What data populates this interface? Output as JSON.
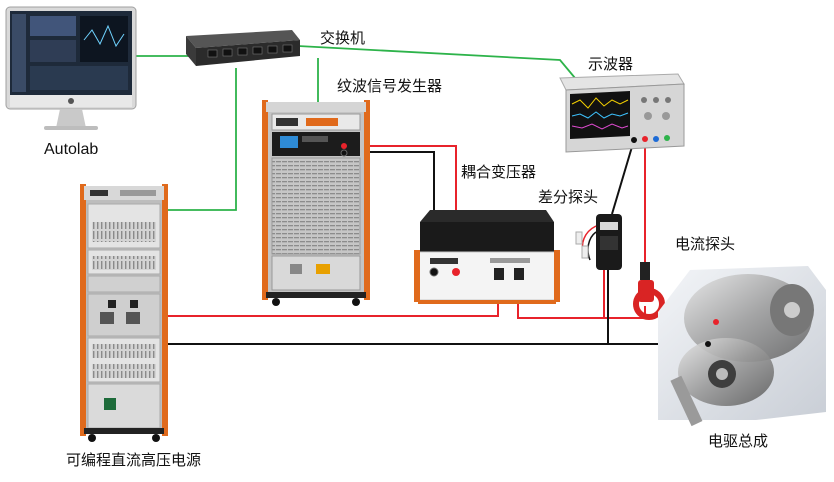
{
  "labels": {
    "switch": "交换机",
    "ripple_generator": "纹波信号发生器",
    "oscilloscope": "示波器",
    "coupling_transformer": "耦合变压器",
    "differential_probe": "差分探头",
    "current_probe": "电流探头",
    "autolab": "Autolab",
    "hv_dc_supply": "可编程直流高压电源",
    "edrive_assembly": "电驱总成"
  },
  "colors": {
    "ethernet": "#2db34a",
    "positive_wire": "#e8232b",
    "negative_wire": "#111111",
    "cabinet_frame": "#e06a1c",
    "cabinet_body": "#bdbdbd"
  }
}
